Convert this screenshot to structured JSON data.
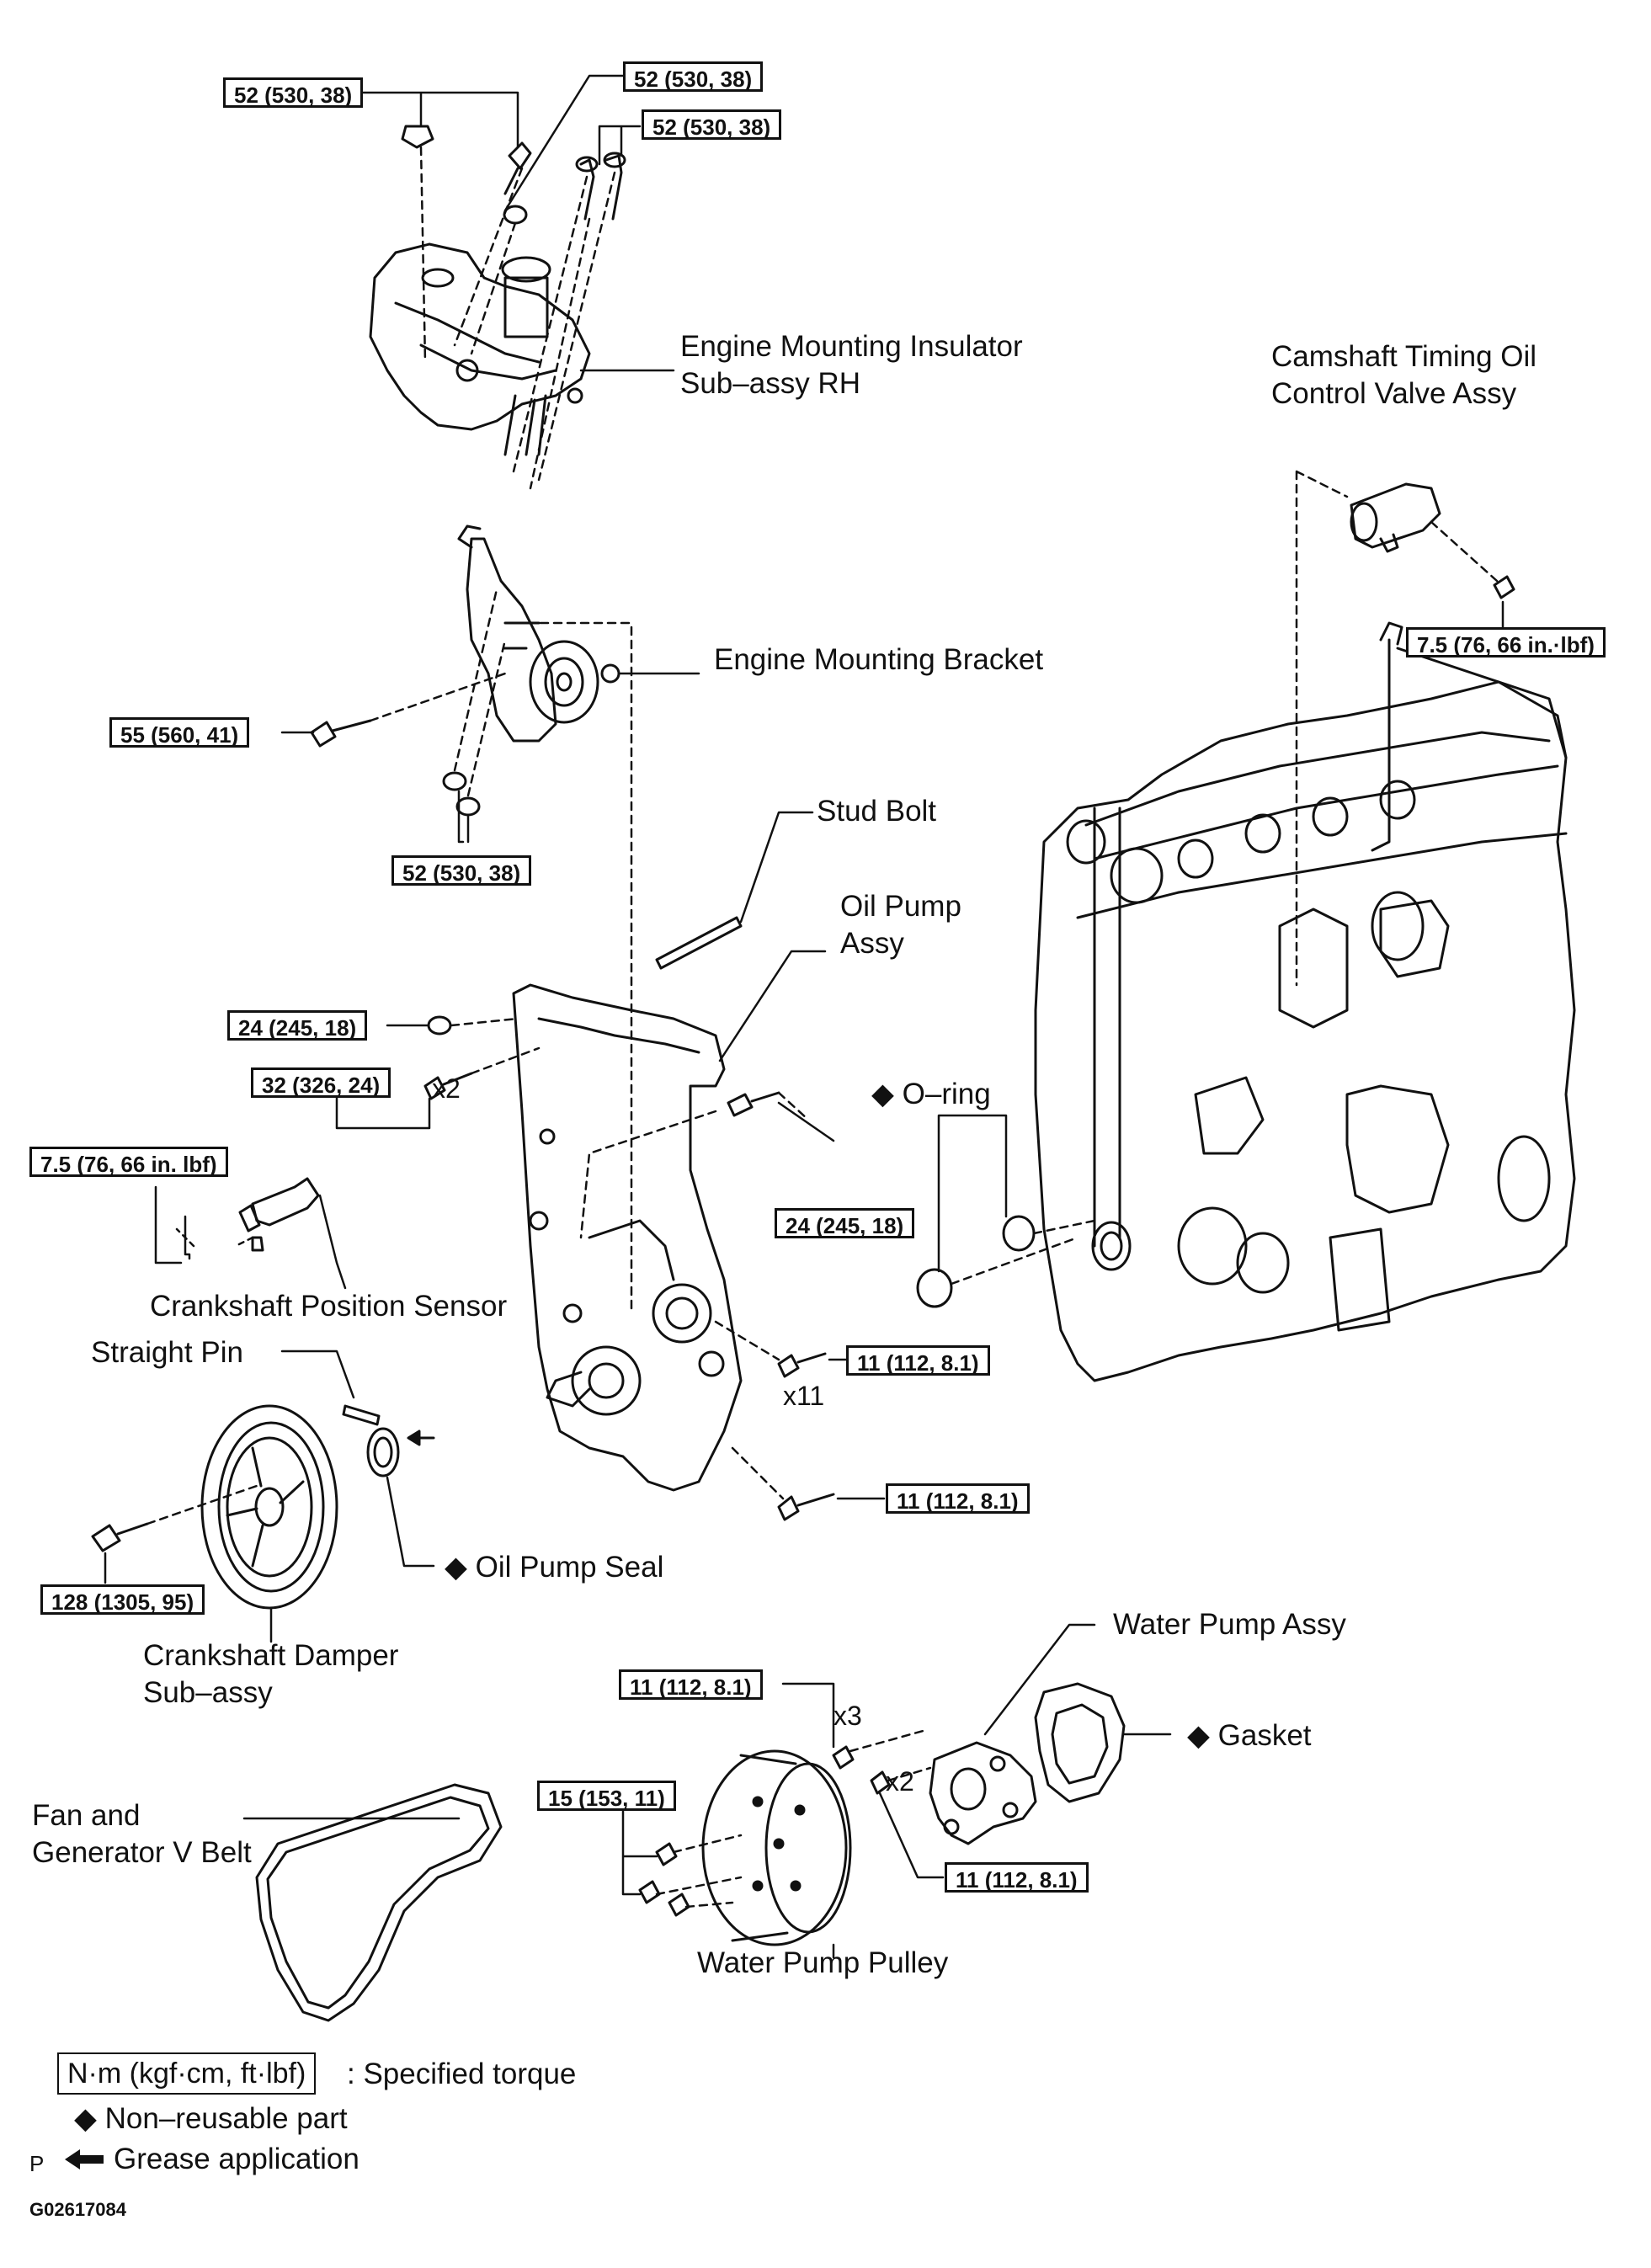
{
  "torque_specs": [
    "52 (530, 38)",
    "52 (530, 38)",
    "52 (530, 38)",
    "7.5 (76, 66 in.·lbf)",
    "55 (560, 41)",
    "52 (530, 38)",
    "24 (245, 18)",
    "32 (326, 24)",
    "7.5 (76, 66 in. lbf)",
    "24 (245, 18)",
    "11 (112, 8.1)",
    "11 (112, 8.1)",
    "128 (1305, 95)",
    "11 (112, 8.1)",
    "15 (153, 11)",
    "11 (112, 8.1)"
  ],
  "quantities": {
    "x2_a": "x2",
    "x11": "x11",
    "x3": "x3",
    "x2_b": "x2"
  },
  "parts": {
    "insulator": "Engine Mounting Insulator\nSub–assy RH",
    "ocv": "Camshaft Timing Oil\nControl Valve Assy",
    "bracket": "Engine Mounting Bracket",
    "stud": "Stud Bolt",
    "oil_pump": "Oil Pump\nAssy",
    "o_ring": "◆ O–ring",
    "crank_sensor": "Crankshaft Position Sensor",
    "straight_pin": "Straight Pin",
    "oil_seal": "◆ Oil Pump Seal",
    "damper": "Crankshaft Damper\nSub–assy",
    "water_pump": "Water Pump Assy",
    "gasket": "◆ Gasket",
    "v_belt": "Fan and\nGenerator V Belt",
    "pulley": "Water Pump Pulley"
  },
  "legend": {
    "torque_unit": "N·m (kgf·cm, ft·lbf)",
    "torque_text": ": Specified torque",
    "nonreusable": "◆ Non–reusable part",
    "grease_mark": "P",
    "grease": "Grease application"
  },
  "figure_code": "G02617084"
}
